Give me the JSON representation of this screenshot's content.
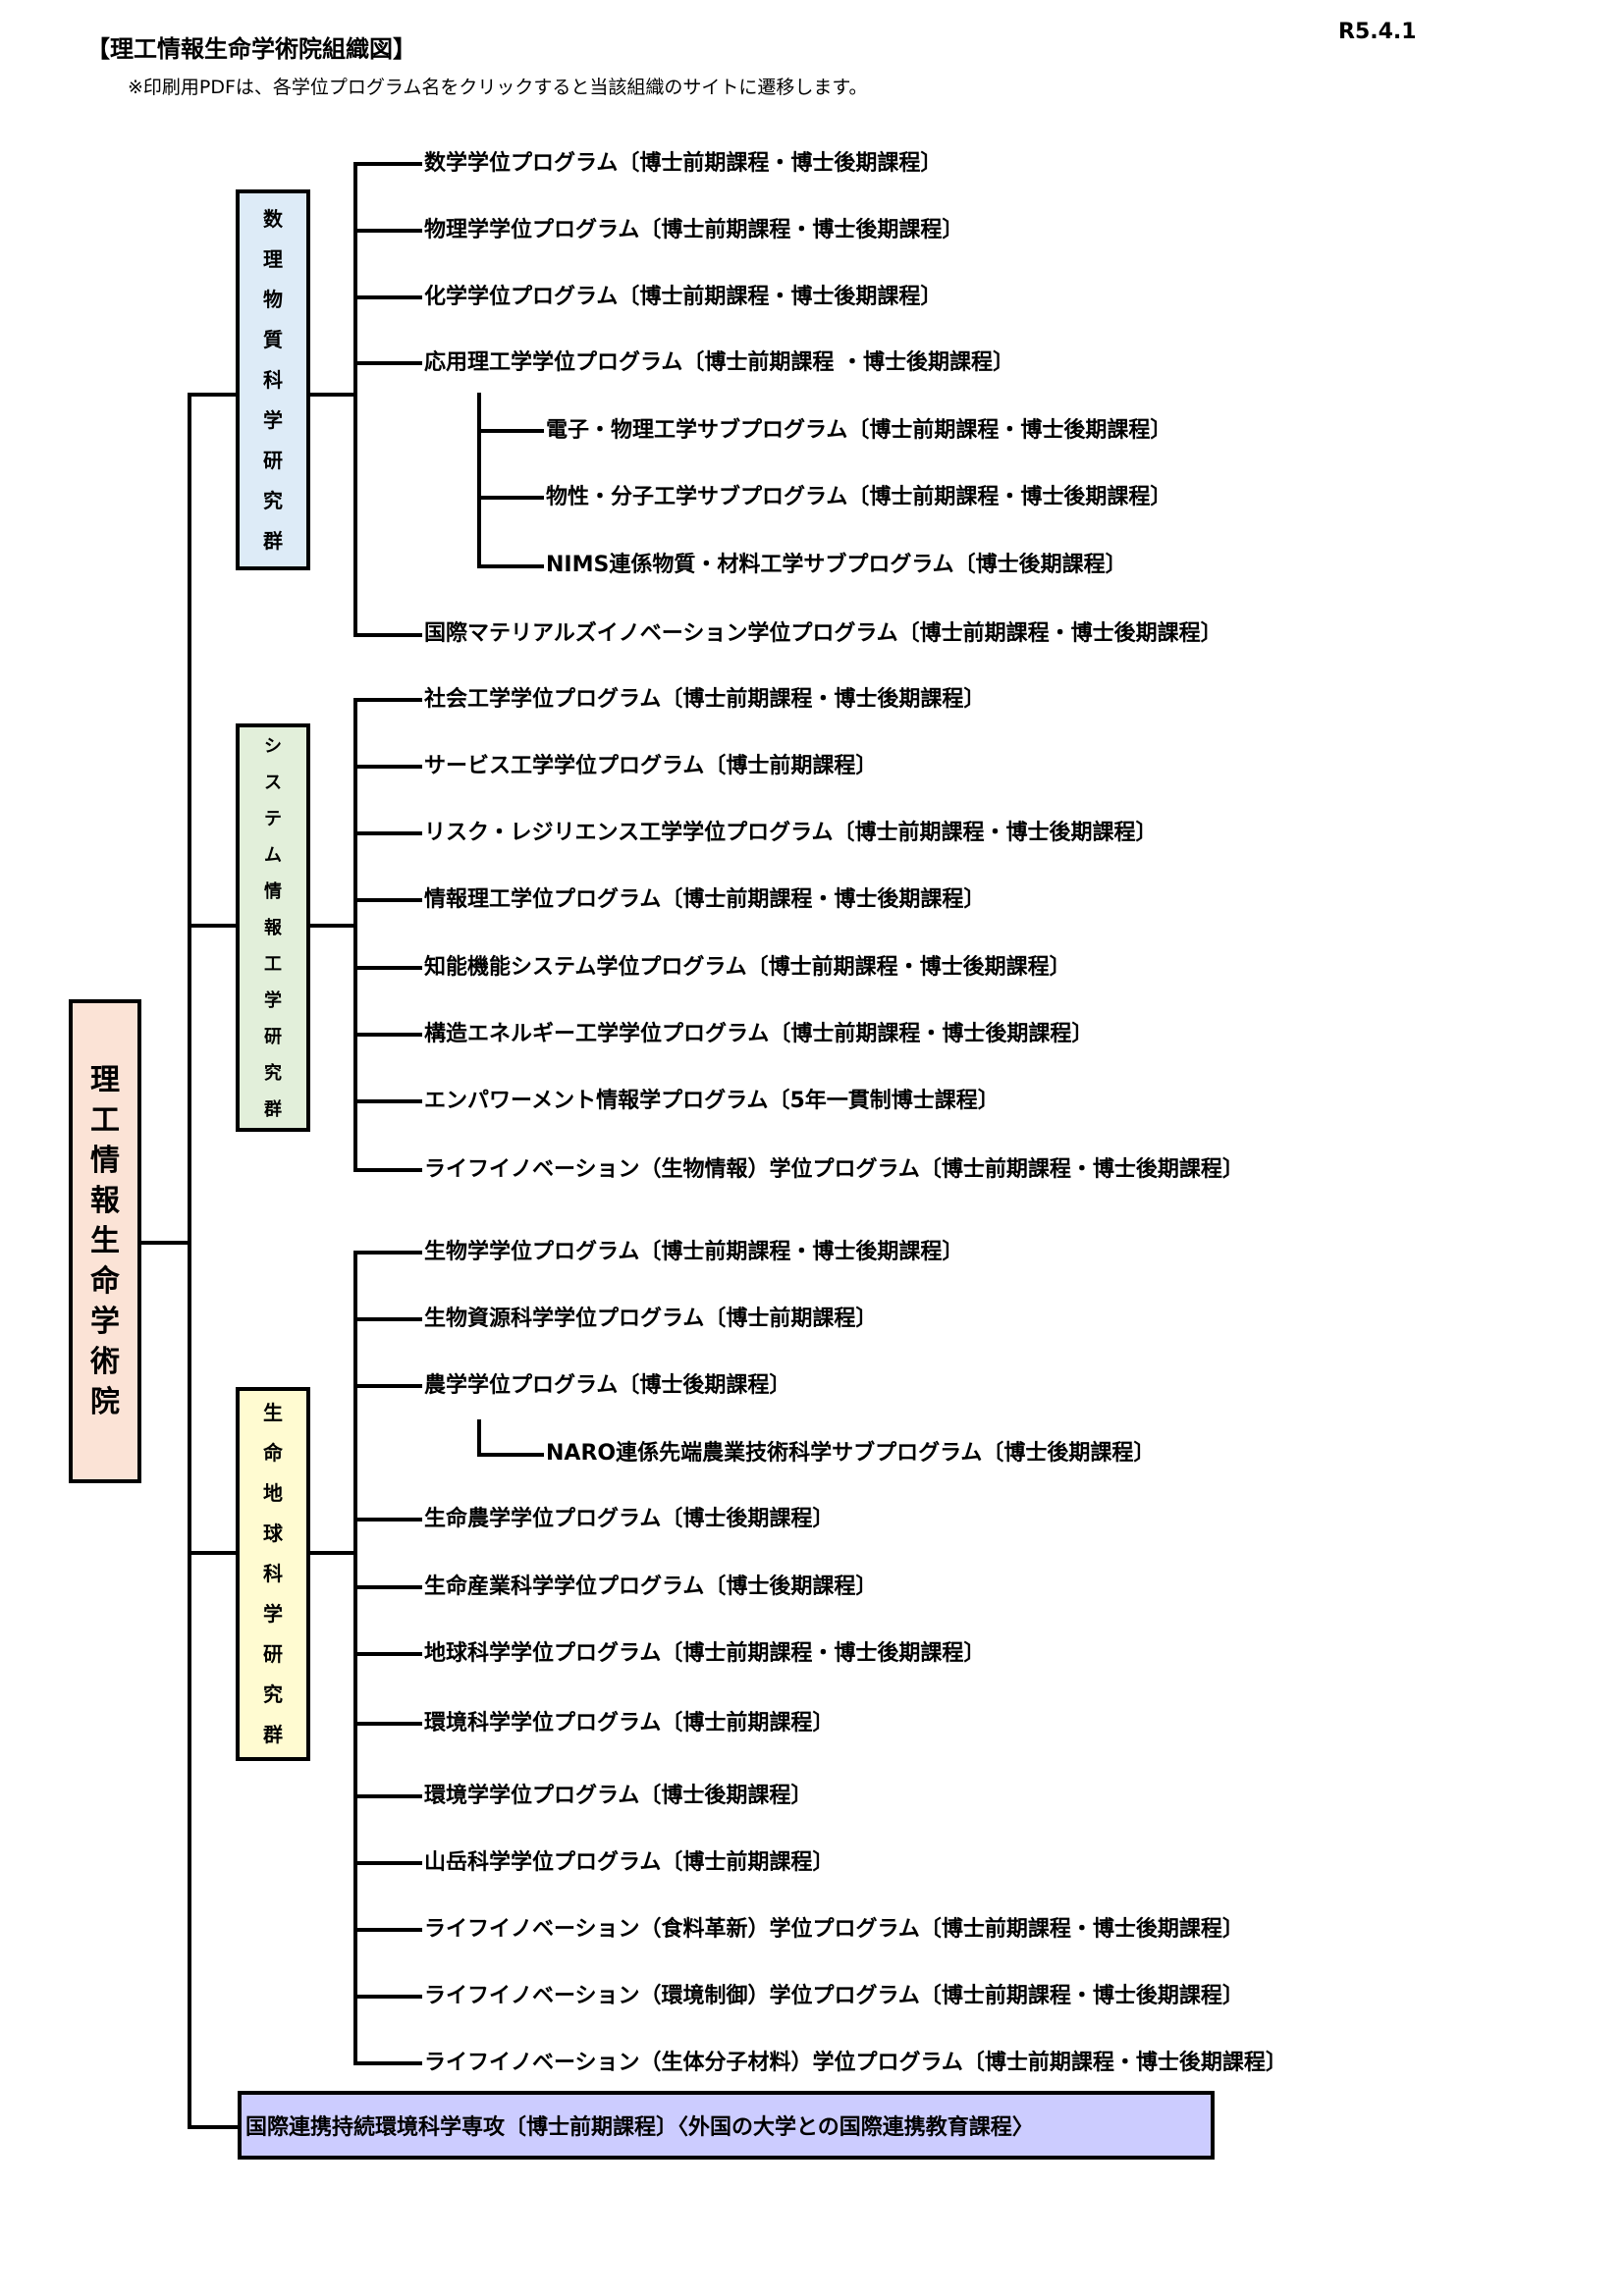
{
  "header": {
    "title": "【理工情報生命学術院組織図】",
    "version": "R5.4.1",
    "note": "※印刷用PDFは、各学位プログラム名をクリックすると当該組織のサイトに遷移します。"
  },
  "colors": {
    "root_fill": "#FBE3D6",
    "group1_fill": "#DDEBF7",
    "group2_fill": "#E2EFDA",
    "group3_fill": "#FFFBD1",
    "bottom_fill": "#CCCCFF",
    "line": "#000000"
  },
  "root": {
    "label": "理工情報生命学術院",
    "chars": [
      "理",
      "工",
      "情",
      "報",
      "生",
      "命",
      "学",
      "術",
      "院"
    ]
  },
  "groups": [
    {
      "label": "数理物質科学研究群",
      "chars": [
        "数",
        "理",
        "物",
        "質",
        "科",
        "学",
        "研",
        "究",
        "群"
      ],
      "programs": [
        {
          "label": "数学学位プログラム〔博士前期課程・博士後期課程〕"
        },
        {
          "label": "物理学学位プログラム〔博士前期課程・博士後期課程〕"
        },
        {
          "label": "化学学位プログラム〔博士前期課程・博士後期課程〕"
        },
        {
          "label": "応用理工学学位プログラム〔博士前期課程 ・博士後期課程〕",
          "subprograms": [
            {
              "label": "電子・物理工学サブプログラム〔博士前期課程・博士後期課程〕"
            },
            {
              "label": "物性・分子工学サブプログラム〔博士前期課程・博士後期課程〕"
            },
            {
              "label": "NIMS連係物質・材料工学サブプログラム〔博士後期課程〕"
            }
          ]
        },
        {
          "label": "国際マテリアルズイノベーション学位プログラム〔博士前期課程・博士後期課程〕"
        }
      ]
    },
    {
      "label": "システム情報工学研究群",
      "chars": [
        "シ",
        "ス",
        "テ",
        "ム",
        "情",
        "報",
        "工",
        "学",
        "研",
        "究",
        "群"
      ],
      "programs": [
        {
          "label": "社会工学学位プログラム〔博士前期課程・博士後期課程〕"
        },
        {
          "label": "サービス工学学位プログラム〔博士前期課程〕"
        },
        {
          "label": "リスク・レジリエンス工学学位プログラム〔博士前期課程・博士後期課程〕"
        },
        {
          "label": "情報理工学位プログラム〔博士前期課程・博士後期課程〕"
        },
        {
          "label": "知能機能システム学位プログラム〔博士前期課程・博士後期課程〕"
        },
        {
          "label": "構造エネルギー工学学位プログラム〔博士前期課程・博士後期課程〕"
        },
        {
          "label": "エンパワーメント情報学プログラム〔5年一貫制博士課程〕"
        },
        {
          "label": "ライフイノベーション（生物情報）学位プログラム〔博士前期課程・博士後期課程〕"
        }
      ]
    },
    {
      "label": "生命地球科学研究群",
      "chars": [
        "生",
        "命",
        "地",
        "球",
        "科",
        "学",
        "研",
        "究",
        "群"
      ],
      "programs": [
        {
          "label": "生物学学位プログラム〔博士前期課程・博士後期課程〕"
        },
        {
          "label": "生物資源科学学位プログラム〔博士前期課程〕"
        },
        {
          "label": "農学学位プログラム〔博士後期課程〕",
          "subprograms": [
            {
              "label": "NARO連係先端農業技術科学サブプログラム〔博士後期課程〕"
            }
          ]
        },
        {
          "label": "生命農学学位プログラム〔博士後期課程〕"
        },
        {
          "label": "生命産業科学学位プログラム〔博士後期課程〕"
        },
        {
          "label": "地球科学学位プログラム〔博士前期課程・博士後期課程〕"
        },
        {
          "label": "環境科学学位プログラム〔博士前期課程〕"
        },
        {
          "label": "環境学学位プログラム〔博士後期課程〕"
        },
        {
          "label": "山岳科学学位プログラム〔博士前期課程〕"
        },
        {
          "label": "ライフイノベーション（食料革新）学位プログラム〔博士前期課程・博士後期課程〕"
        },
        {
          "label": "ライフイノベーション（環境制御）学位プログラム〔博士前期課程・博士後期課程〕"
        },
        {
          "label": "ライフイノベーション（生体分子材料）学位プログラム〔博士前期課程・博士後期課程〕"
        }
      ]
    }
  ],
  "bottom": {
    "label": "国際連携持続環境科学専攻〔博士前期課程〕〈外国の大学との国際連携教育課程〉"
  }
}
